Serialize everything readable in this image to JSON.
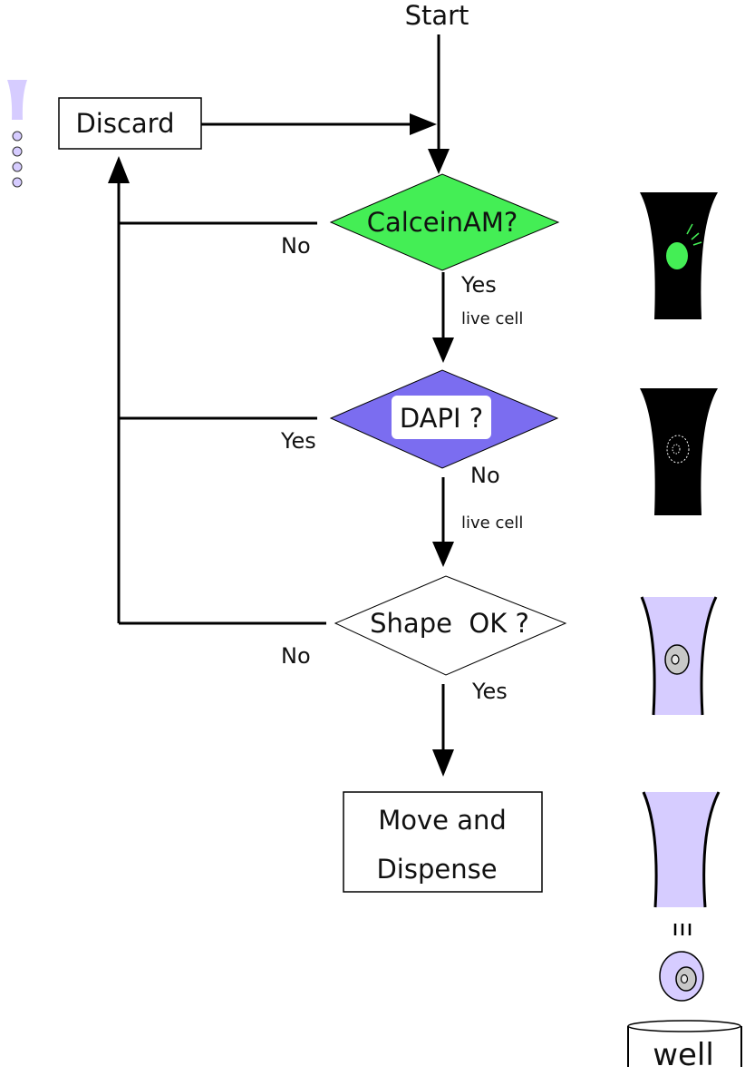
{
  "nodes": {
    "start": "Start",
    "discard": "Discard",
    "calcein": "CalceinAM?",
    "dapi": "DAPI ?",
    "shape": "Shape  OK ?",
    "move_line1": "Move and",
    "move_line2": "Dispense",
    "well": "well"
  },
  "edges": {
    "calcein_no": "No",
    "calcein_yes": "Yes",
    "calcein_yes_note": "live cell",
    "dapi_yes": "Yes",
    "dapi_no": "No",
    "dapi_no_note": "live cell",
    "shape_no": "No",
    "shape_yes": "Yes"
  },
  "colors": {
    "calcein_fill": "#44ee55",
    "dapi_fill": "#7b6df0",
    "tip_fill": "#d6ccff",
    "green_cell": "#44ee55"
  },
  "icons": [
    "tip-droplets-icon",
    "calcein-tip-icon",
    "dapi-tip-icon",
    "shape-tip-icon",
    "dispense-tip-icon",
    "droplet-cell-icon",
    "well-icon"
  ]
}
